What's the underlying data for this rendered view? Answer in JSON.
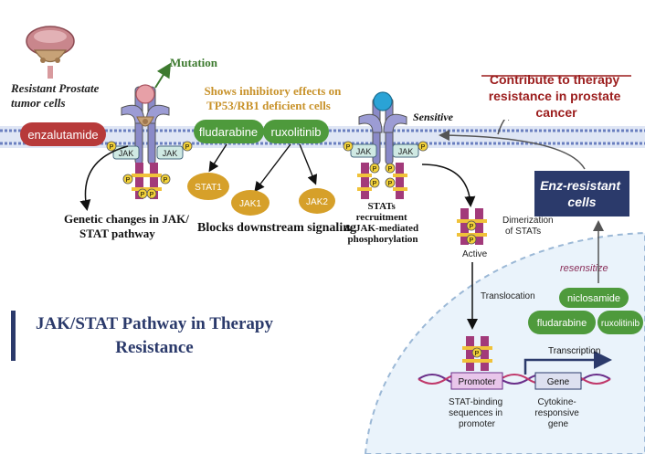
{
  "labels": {
    "resistant_cells": [
      "Resistant Prostate",
      "tumor cells"
    ],
    "mutation": "Mutation",
    "enzalutamide": "enzalutamide",
    "jak": "JAK",
    "p": "P",
    "genetic_changes": [
      "Genetic changes in JAK/",
      "STAT pathway"
    ],
    "inhibitory_effects": [
      "Shows inhibitory effects on",
      "TP53/RB1  deficient cells"
    ],
    "fludarabine": "fludarabine",
    "ruxolitinib": "ruxolitinib",
    "stat1": "STAT1",
    "jak1": "JAK1",
    "jak2": "JAK2",
    "blocks_signaling": "Blocks downstream signaling",
    "sensitive": "Sensitive",
    "stats_recruitment": [
      "STATs",
      "recruitment",
      "& JAK-mediated",
      "phosphorylation"
    ],
    "contribute": [
      "Contribute to therapy",
      "resistance in prostate",
      "cancer"
    ],
    "enz_resistant": [
      "Enz-resistant",
      "cells"
    ],
    "dimerization": [
      "Dimerization",
      "of STATs"
    ],
    "active": "Active",
    "resensitize": "resensitize",
    "niclosamide": "niclosamide",
    "translocation": "Translocation",
    "transcription": "Transcription",
    "promoter": "Promoter",
    "gene": "Gene",
    "stat_binding": [
      "STAT-binding",
      "sequences in",
      "promoter"
    ],
    "cytokine": [
      "Cytokine-",
      "responsive",
      "gene"
    ]
  },
  "title": [
    "JAK/STAT Pathway in Therapy",
    "Resistance"
  ],
  "colors": {
    "green": "#4e9a3c",
    "gold": "#d6a02a",
    "red": "#b73a3a",
    "purple": "#8a8ac8",
    "magenta": "#a23a7a",
    "navy": "#2b3a6b",
    "dark_red": "#9b1c1c"
  }
}
